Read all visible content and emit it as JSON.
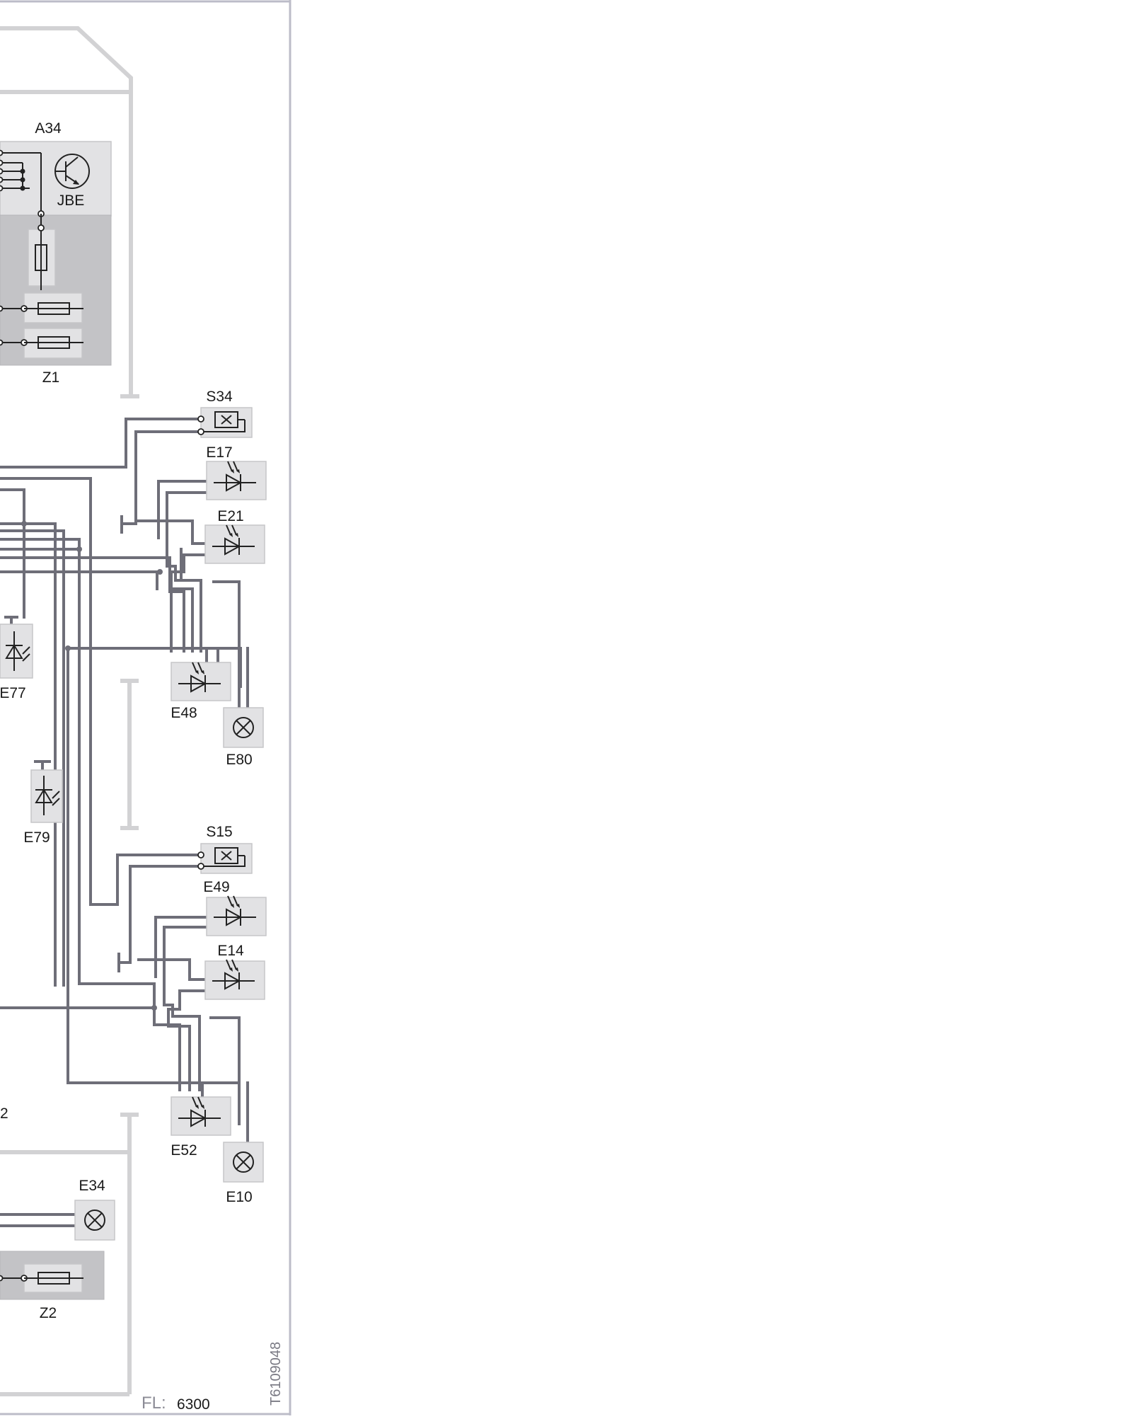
{
  "diagram": {
    "components": {
      "A34": "A34",
      "JBE": "JBE",
      "Z1": "Z1",
      "Z2": "Z2",
      "S34": "S34",
      "S15": "S15",
      "E17": "E17",
      "E21": "E21",
      "E48": "E48",
      "E80": "E80",
      "E77": "E77",
      "E79": "E79",
      "E49": "E49",
      "E14": "E14",
      "E52": "E52",
      "E10": "E10",
      "E34": "E34",
      "partial_left_label": "2"
    },
    "footer": {
      "fl_prefix": "FL:",
      "fl_value": "6300",
      "image_code": "T6109048"
    },
    "icons": [
      "transistor-icon",
      "fuse-icon",
      "switch-icon",
      "led-icon",
      "lamp-icon",
      "ground-icon"
    ],
    "colors": {
      "wire": "#6e6e78",
      "frame": "#d2d2d4",
      "module_light": "#e2e2e4",
      "module_dark": "#c3c3c6"
    }
  }
}
